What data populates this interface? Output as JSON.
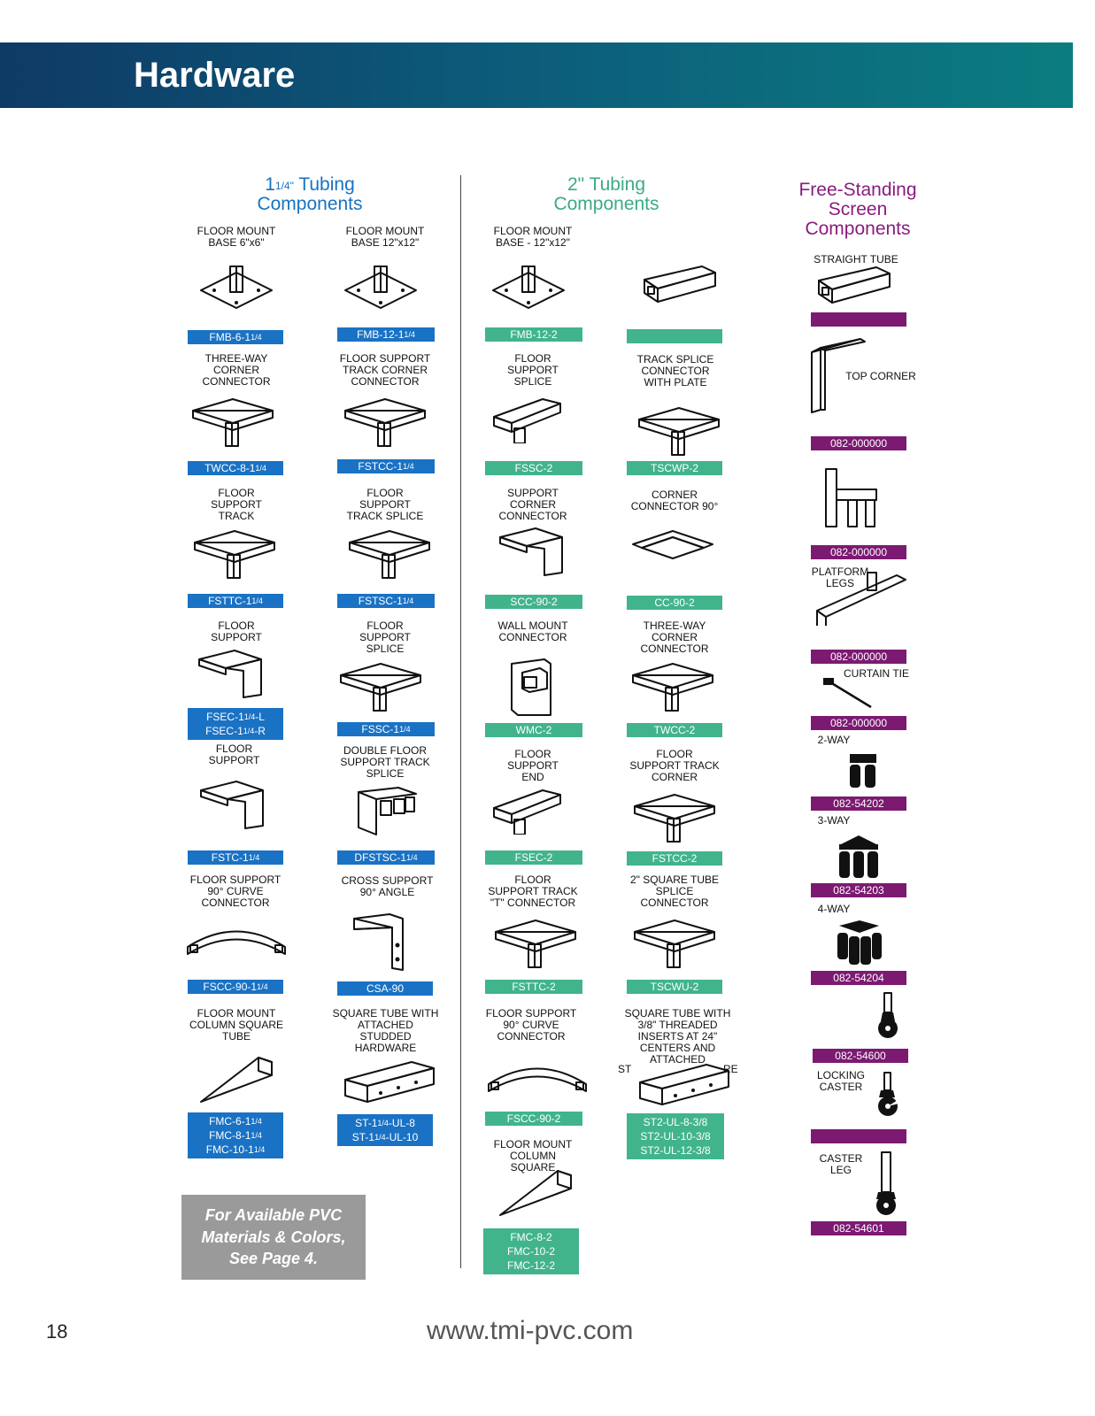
{
  "header": {
    "title": "Hardware"
  },
  "columns": {
    "a": {
      "title_main": "1",
      "title_sup": "1/4\"",
      "title_rest": " Tubing",
      "title_line2": "Components"
    },
    "b": {
      "title_line1": "2\" Tubing",
      "title_line2": "Components"
    },
    "c": {
      "title_line1": "Free-Standing",
      "title_line2": "Screen",
      "title_line3": "Components"
    }
  },
  "items": [
    {
      "label": "FLOOR MOUNT\nBASE 6\"x6\"",
      "code": "FMB-6-11/4"
    },
    {
      "label": "FLOOR MOUNT\nBASE 12\"x12\"",
      "code": "FMB-12-11/4"
    },
    {
      "label": "FLOOR MOUNT\nBASE - 12\"x12\"",
      "code": "FMB-12-2"
    },
    {
      "label": "",
      "code": ""
    },
    {
      "label": "THREE-WAY\nCORNER\nCONNECTOR",
      "code": "TWCC-8-11/4"
    },
    {
      "label": "FLOOR SUPPORT\nTRACK CORNER\nCONNECTOR",
      "code": "FSTCC-11/4"
    },
    {
      "label": "FLOOR\nSUPPORT\nSPLICE",
      "code": "FSSC-2"
    },
    {
      "label": "TRACK SPLICE\nCONNECTOR\nWITH PLATE",
      "code": "TSCWP-2"
    },
    {
      "label": "FLOOR\nSUPPORT\nTRACK",
      "code": "FSTTC-11/4"
    },
    {
      "label": "FLOOR\nSUPPORT\nTRACK SPLICE",
      "code": "FSTSC-11/4"
    },
    {
      "label": "SUPPORT\nCORNER\nCONNECTOR",
      "code": "SCC-90-2"
    },
    {
      "label": "CORNER\nCONNECTOR 90°",
      "code": "CC-90-2"
    },
    {
      "label": "FLOOR\nSUPPORT",
      "code": "FSEC-11/4-L\nFSEC-11/4-R"
    },
    {
      "label": "FLOOR\nSUPPORT\nSPLICE",
      "code": "FSSC-11/4"
    },
    {
      "label": "WALL MOUNT\nCONNECTOR",
      "code": "WMC-2"
    },
    {
      "label": "THREE-WAY\nCORNER\nCONNECTOR",
      "code": "TWCC-2"
    },
    {
      "label": "FLOOR\nSUPPORT",
      "code": "FSTC-11/4"
    },
    {
      "label": "DOUBLE FLOOR\nSUPPORT TRACK\nSPLICE",
      "code": "DFSTSC-11/4"
    },
    {
      "label": "FLOOR\nSUPPORT\nEND",
      "code": "FSEC-2"
    },
    {
      "label": "FLOOR\nSUPPORT TRACK\nCORNER",
      "code": "FSTCC-2"
    },
    {
      "label": "FLOOR SUPPORT\n90° CURVE\nCONNECTOR",
      "code": "FSCC-90-11/4"
    },
    {
      "label": "CROSS SUPPORT\n90° ANGLE",
      "code": "CSA-90"
    },
    {
      "label": "FLOOR\nSUPPORT TRACK\n\"T\" CONNECTOR",
      "code": "FSTTC-2"
    },
    {
      "label": "2\" SQUARE TUBE\nSPLICE\nCONNECTOR",
      "code": "TSCWU-2"
    },
    {
      "label": "FLOOR  MOUNT\nCOLUMN SQUARE\nTUBE",
      "code": "FMC-6-11/4\nFMC-8-11/4\nFMC-10-11/4"
    },
    {
      "label": "SQUARE TUBE WITH\nATTACHED\nSTUDDED\nHARDWARE",
      "code": "ST-11/4-UL-8\nST-11/4-UL-10"
    },
    {
      "label": "FLOOR SUPPORT\n90° CURVE\nCONNECTOR",
      "code": "FSCC-90-2"
    },
    {
      "label": "SQUARE TUBE WITH\n3/8\" THREADED\nINSERTS AT 24\"\nCENTERS AND\nATTACHED",
      "code": "ST2-UL-8-3/8\nST2-UL-10-3/8\nST2-UL-12-3/8"
    },
    {
      "label": "FLOOR MOUNT\nCOLUMN\nSQUARE",
      "code": "FMC-8-2\nFMC-10-2\nFMC-12-2"
    },
    {
      "label": "STRAIGHT TUBE",
      "code": ""
    },
    {
      "label": "TOP CORNER",
      "code": "082-000000"
    },
    {
      "label": "",
      "code": "082-000000"
    },
    {
      "label": "PLATFORM\nLEGS",
      "code": "082-000000"
    },
    {
      "label": "CURTAIN TIE",
      "code": "082-000000"
    },
    {
      "label": "2-WAY",
      "code": "082-54202"
    },
    {
      "label": "3-WAY",
      "code": "082-54203"
    },
    {
      "label": "4-WAY",
      "code": "082-54204"
    },
    {
      "label": "",
      "code": "082-54600"
    },
    {
      "label": "LOCKING\nCASTER",
      "code": ""
    },
    {
      "label": "CASTER\nLEG",
      "code": "082-54601"
    }
  ],
  "fragment_left": "ST",
  "fragment_right": "RE",
  "note": {
    "line1": "For Available PVC",
    "line2": "Materials & Colors,",
    "line3": "See Page 4."
  },
  "footer": {
    "page_number": "18",
    "url": "www.tmi-pvc.com"
  },
  "colors": {
    "col_a": "#1a72c4",
    "col_b": "#41b48c",
    "col_c": "#7c1a72"
  }
}
